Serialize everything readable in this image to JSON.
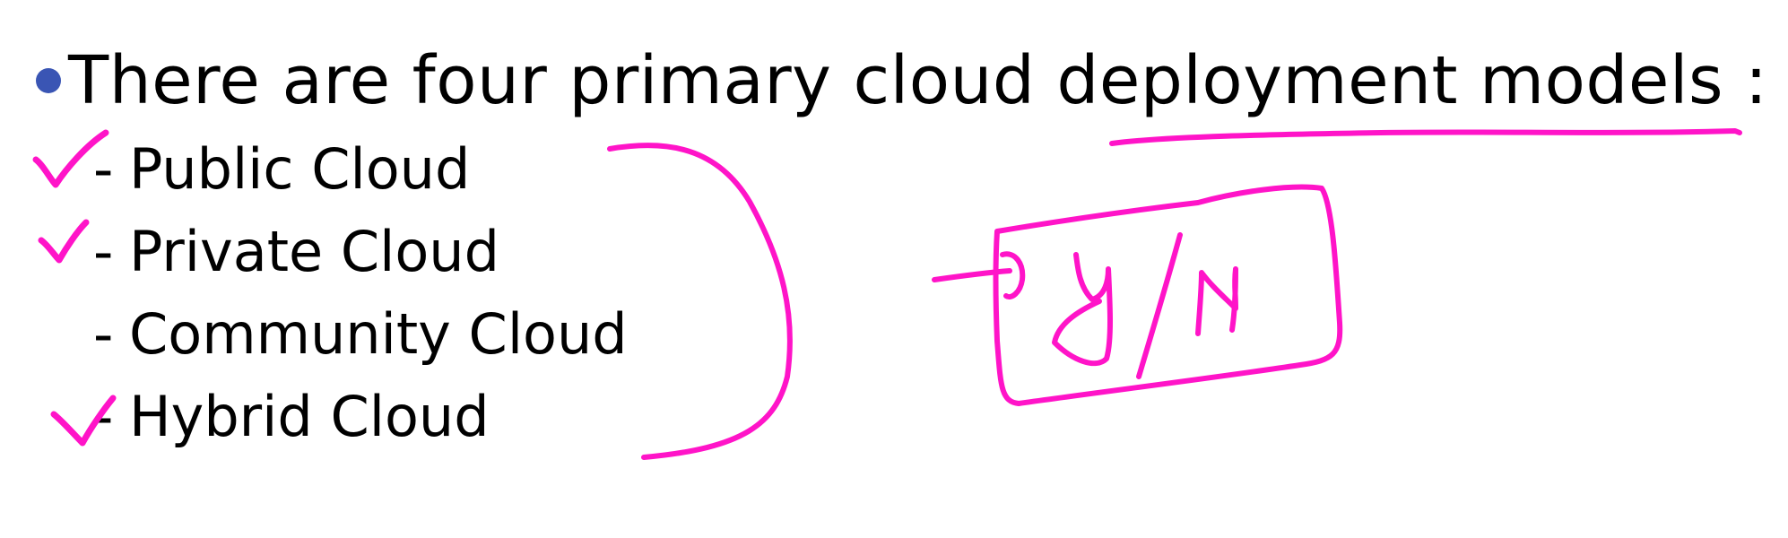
{
  "slide": {
    "heading": "There are four primary cloud deployment models :",
    "items": [
      {
        "dash": "-",
        "label": "Public Cloud"
      },
      {
        "dash": "-",
        "label": "Private Cloud"
      },
      {
        "dash": "-",
        "label": "Community Cloud"
      },
      {
        "dash": "-",
        "label": "Hybrid Cloud"
      }
    ]
  },
  "annotations": {
    "box_text": "y/N",
    "ink_color": "#ff14c8",
    "bullet_color": "#3a55b4"
  }
}
